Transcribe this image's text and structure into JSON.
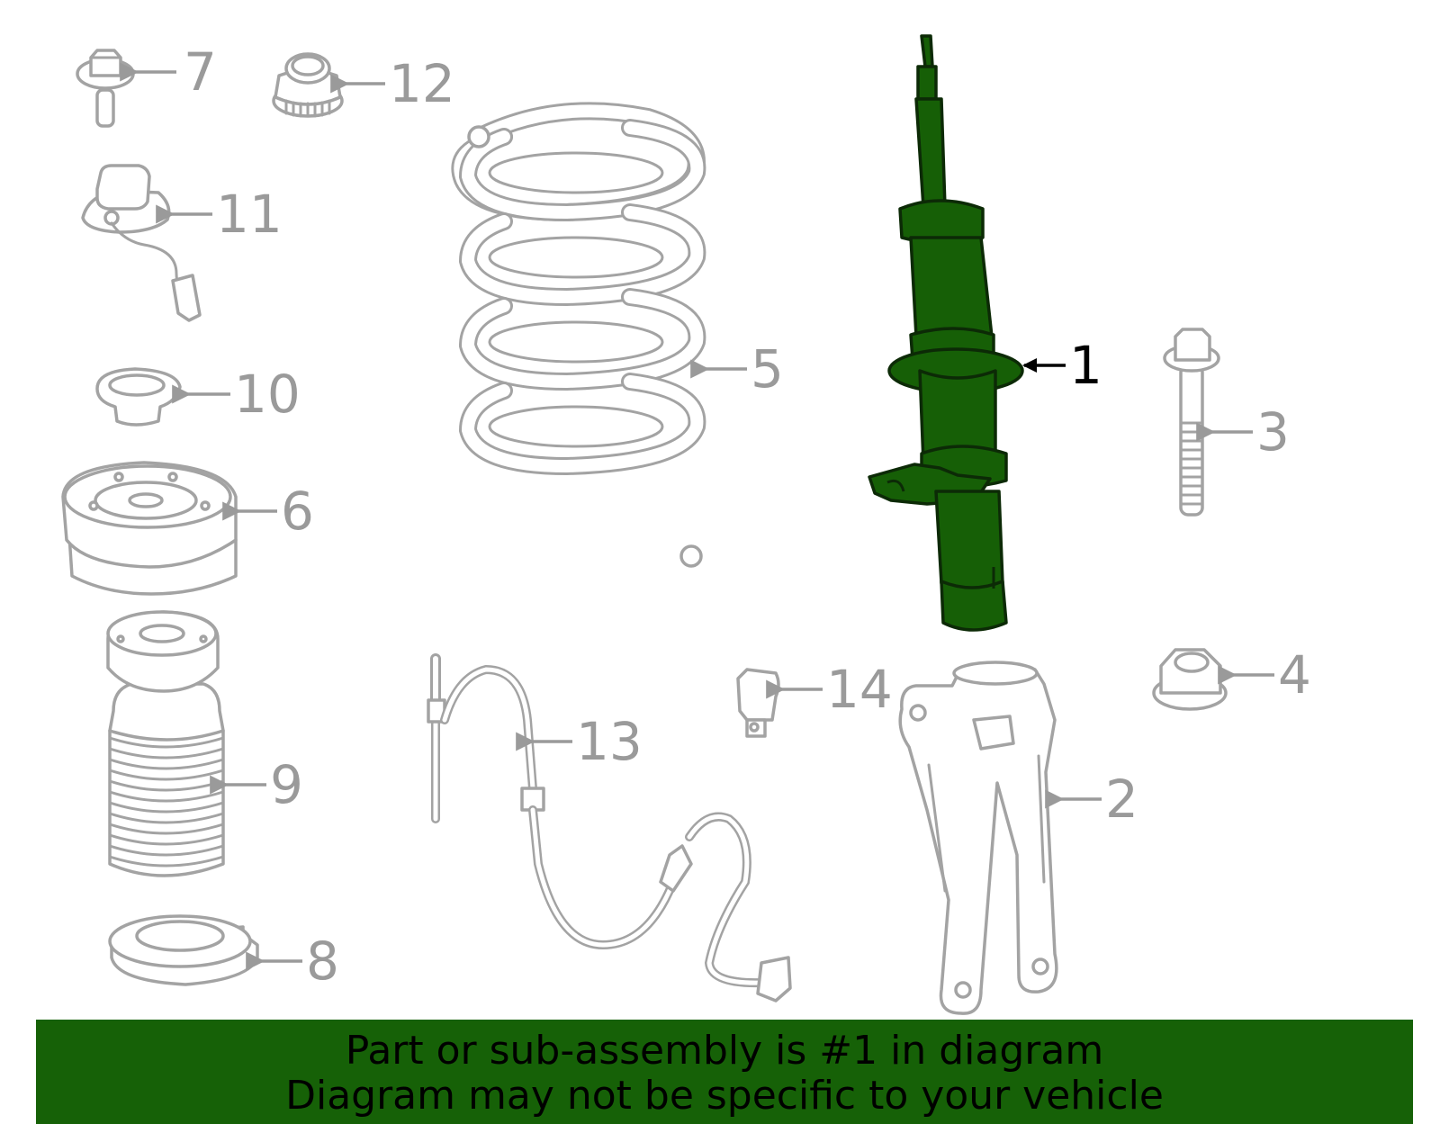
{
  "colors": {
    "highlight_fill": "#165f06",
    "part_stroke": "#a3a3a3",
    "label_gray": "#9a9a9a",
    "banner_background": "#166107"
  },
  "highlighted_part": "1",
  "parts": [
    {
      "number": "1",
      "icon": "strut-assembly-icon",
      "highlighted": true
    },
    {
      "number": "2",
      "icon": "steering-knuckle-icon",
      "highlighted": false
    },
    {
      "number": "3",
      "icon": "bolt-icon",
      "highlighted": false
    },
    {
      "number": "4",
      "icon": "flange-nut-icon",
      "highlighted": false
    },
    {
      "number": "5",
      "icon": "coil-spring-icon",
      "highlighted": false
    },
    {
      "number": "6",
      "icon": "upper-mount-icon",
      "highlighted": false
    },
    {
      "number": "7",
      "icon": "flange-bolt-icon",
      "highlighted": false
    },
    {
      "number": "8",
      "icon": "lower-spring-seat-icon",
      "highlighted": false
    },
    {
      "number": "9",
      "icon": "bump-stop-boot-icon",
      "highlighted": false
    },
    {
      "number": "10",
      "icon": "upper-spring-seat-icon",
      "highlighted": false
    },
    {
      "number": "11",
      "icon": "sensor-icon",
      "highlighted": false
    },
    {
      "number": "12",
      "icon": "nut-icon",
      "highlighted": false
    },
    {
      "number": "13",
      "icon": "sensor-wire-icon",
      "highlighted": false
    },
    {
      "number": "14",
      "icon": "bracket-icon",
      "highlighted": false
    }
  ],
  "banner": {
    "line1": "Part or sub-assembly is #1 in diagram",
    "line2": "Diagram may not be specific to your vehicle"
  }
}
